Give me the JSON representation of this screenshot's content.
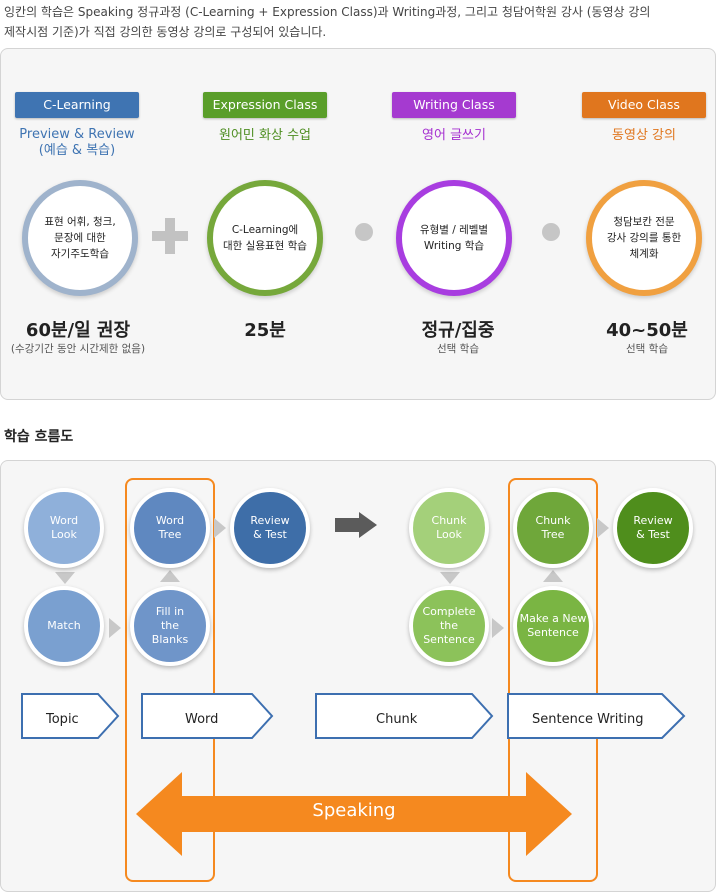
{
  "intro": {
    "line1": "잉칸의 학습은 Speaking 정규과정 (C-Learning + Expression Class)과 Writing과정, 그리고 청담어학원 강사 (동영상 강의",
    "line2": "제작시점 기준)가 직접 강의한 동영상 강의로 구성되어 있습니다."
  },
  "courses": [
    {
      "tag": "C-Learning",
      "subtitle1": "Preview & Review",
      "subtitle2": "(예습 & 복습)",
      "circle": [
        "표현 어휘, 청크,",
        "문장에 대한",
        "자기주도학습"
      ],
      "main": "60분/일 권장",
      "note": "(수강기간 동안 시간제한 없음)",
      "color": "#3f74b2",
      "ring": "#9fb3cc"
    },
    {
      "tag": "Expression Class",
      "subtitle1": "원어민 화상 수업",
      "subtitle2": "",
      "circle": [
        "C-Learning에",
        "대한 실용표현 학습"
      ],
      "main": "25분",
      "note": "",
      "color": "#5a9e2a",
      "ring": "#76a83b"
    },
    {
      "tag": "Writing Class",
      "subtitle1": "영어 글쓰기",
      "subtitle2": "",
      "circle": [
        "유형별 / 레벨별",
        "Writing 학습"
      ],
      "main": "정규/집중",
      "note": "선택 학습",
      "color": "#a53ad0",
      "ring": "#a83de0"
    },
    {
      "tag": "Video Class",
      "subtitle1": "동영상 강의",
      "subtitle2": "",
      "circle": [
        "청담보칸 전문",
        "강사 강의를 통한",
        "체계화"
      ],
      "main": "40~50분",
      "note": "선택 학습",
      "color": "#e0761e",
      "ring": "#f0a040"
    }
  ],
  "flow": {
    "title": "학습 흐름도",
    "nodes": {
      "word_look": "Word\nLook",
      "match": "Match",
      "word_tree": "Word\nTree",
      "fill": "Fill in\nthe\nBlanks",
      "review1": "Review\n& Test",
      "chunk_look": "Chunk\nLook",
      "complete": "Complete\nthe\nSentence",
      "chunk_tree": "Chunk\nTree",
      "make": "Make a New\nSentence",
      "review2": "Review\n& Test"
    },
    "stages": [
      "Topic",
      "Word",
      "Chunk",
      "Sentence Writing"
    ],
    "speaking": "Speaking"
  },
  "colors": {
    "blue_light": "#8fb0da",
    "blue_mid": "#6c93c8",
    "blue_dark": "#3e6ea8",
    "green_light": "#a4d07a",
    "green_mid": "#7ab543",
    "green_dark": "#4f8e1c",
    "orange": "#f5891f",
    "stage_border": "#3d6fb0"
  }
}
